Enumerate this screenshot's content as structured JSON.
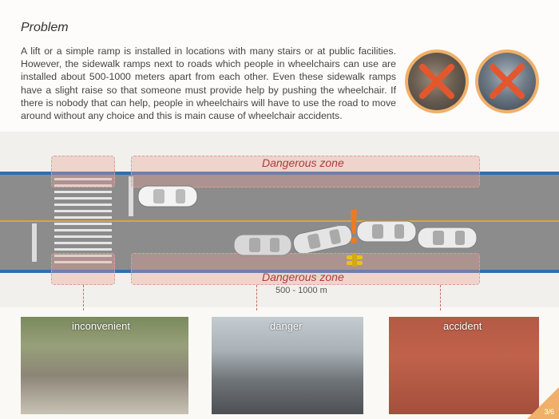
{
  "header": {
    "title": "Problem",
    "paragraph": "A lift or a simple ramp is installed in locations with many stairs or at public facilities. However, the sidewalk ramps next to roads which people in wheelchairs can use are installed about 500-1000 meters apart from each other.  Even these sidewalk ramps have a slight raise so that someone must provide help by pushing the wheelchair.  If there is nobody that can help, people in wheelchairs will have to use the road to move around without any choice and this is main cause of wheelchair accidents."
  },
  "scene": {
    "zone_top_label": "Dangerous zone",
    "zone_bottom_label": "Dangerous zone",
    "distance_label": "500 - 1000 m"
  },
  "photos": [
    {
      "label": "inconvenient"
    },
    {
      "label": "danger"
    },
    {
      "label": "accident"
    }
  ],
  "page": {
    "number": "3/6"
  },
  "colors": {
    "accent_orange": "#f0b06a",
    "zone_red": "#b03a3a",
    "road_blue": "#2f6fb2",
    "warning_orange": "#ef7a22",
    "wheelchair_yellow": "#e8c21a"
  }
}
